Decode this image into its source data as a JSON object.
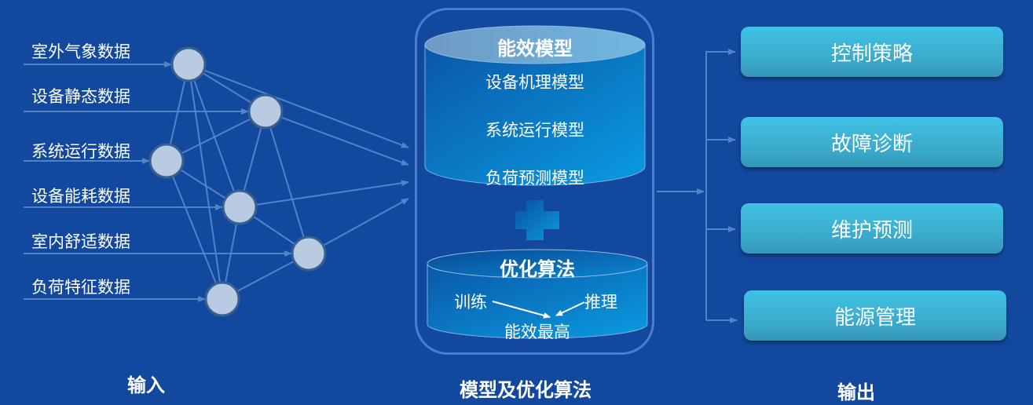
{
  "input": {
    "title": "输入",
    "items": [
      {
        "label": "室外气象数据"
      },
      {
        "label": "设备静态数据"
      },
      {
        "label": "系统运行数据"
      },
      {
        "label": "设备能耗数据"
      },
      {
        "label": "室内舒适数据"
      },
      {
        "label": "负荷特征数据"
      }
    ]
  },
  "model": {
    "title": "模型及优化算法",
    "efficiency_model": {
      "title": "能效模型",
      "items": [
        "设备机理模型",
        "系统运行模型",
        "负荷预测模型"
      ]
    },
    "plus_icon": "plus-icon",
    "optimization": {
      "title": "优化算法",
      "left": "训练",
      "right": "推理",
      "result": "能效最高"
    }
  },
  "output": {
    "title": "输出",
    "items": [
      {
        "label": "控制策略"
      },
      {
        "label": "故障诊断"
      },
      {
        "label": "维护预测"
      },
      {
        "label": "能源管理"
      }
    ]
  },
  "colors": {
    "background": "#12489e",
    "node_fill": "#b8cbe3",
    "node_stroke": "#3a6090",
    "line": "#4f84c6",
    "output_box": "#3cb5da"
  }
}
